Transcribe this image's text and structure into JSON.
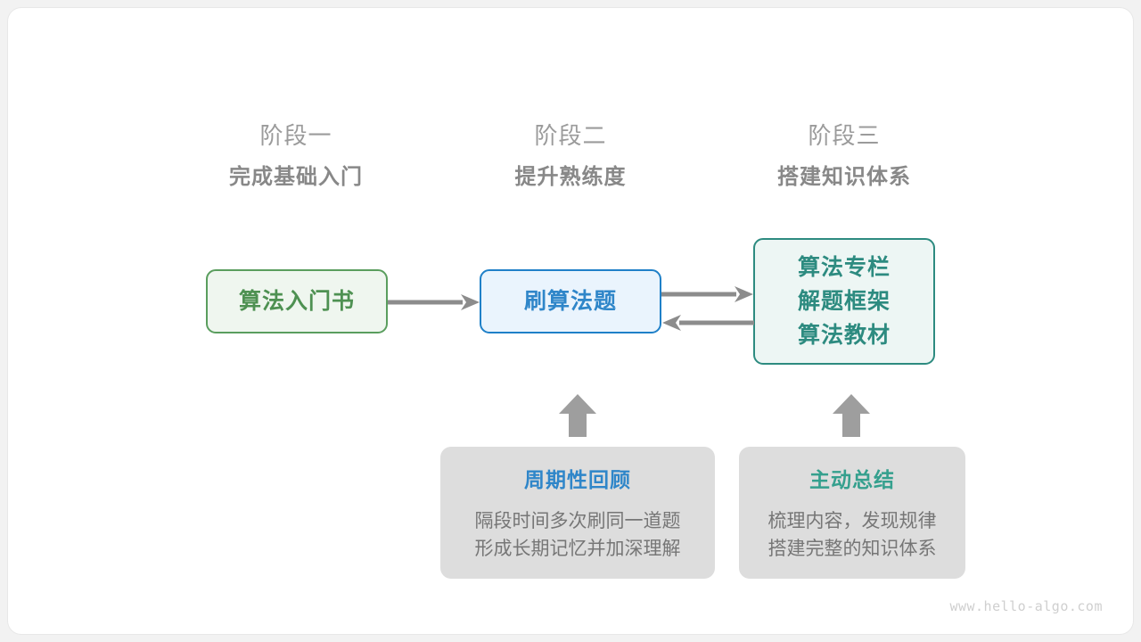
{
  "watermark": "www.hello-algo.com",
  "stages": [
    {
      "num": "阶段一",
      "title": "完成基础入门"
    },
    {
      "num": "阶段二",
      "title": "提升熟练度"
    },
    {
      "num": "阶段三",
      "title": "搭建知识体系"
    }
  ],
  "nodes": {
    "book": {
      "lines": [
        "算法入门书"
      ]
    },
    "practice": {
      "lines": [
        "刷算法题"
      ]
    },
    "system": {
      "lines": [
        "算法专栏",
        "解题框架",
        "算法教材"
      ]
    }
  },
  "notes": [
    {
      "title": "周期性回顾",
      "lines": [
        "隔段时间多次刷同一道题",
        "形成长期记忆并加深理解"
      ]
    },
    {
      "title": "主动总结",
      "lines": [
        "梳理内容，发现规律",
        "搭建完整的知识体系"
      ]
    }
  ],
  "colors": {
    "green": "#4e9152",
    "blue": "#2f86c9",
    "teal": "#2d8b80",
    "arrow": "#8c8c8c",
    "note_bg": "#dddddd",
    "stage_text": "#9b9b9b"
  }
}
